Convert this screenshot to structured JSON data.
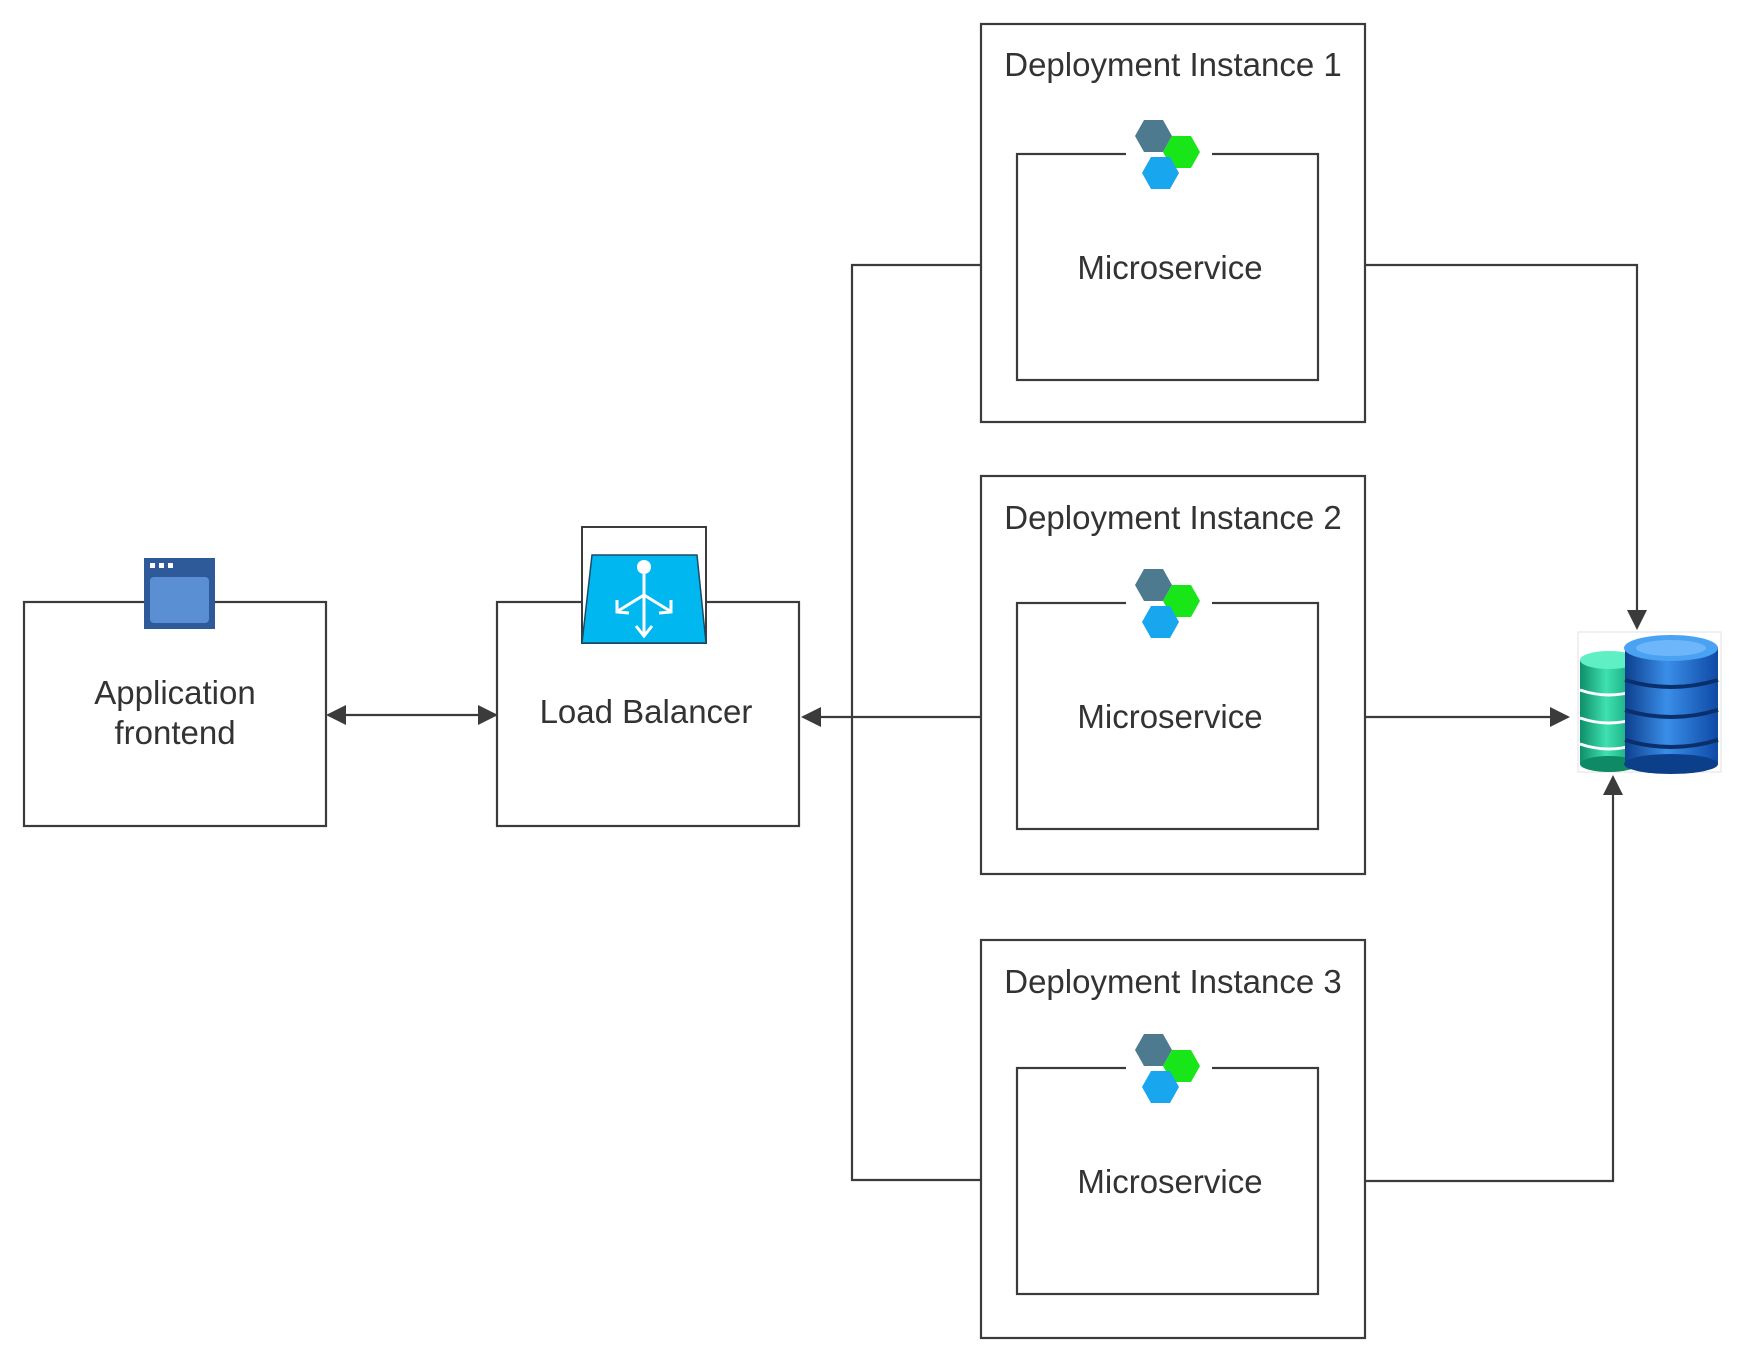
{
  "nodes": {
    "frontend": {
      "line1": "Application",
      "line2": "frontend"
    },
    "load_balancer": {
      "label": "Load Balancer"
    },
    "instances": [
      {
        "title": "Deployment Instance 1",
        "service": "Microservice"
      },
      {
        "title": "Deployment Instance 2",
        "service": "Microservice"
      },
      {
        "title": "Deployment Instance 3",
        "service": "Microservice"
      }
    ]
  },
  "icons": {
    "frontend": "browser-window-icon",
    "load_balancer": "load-balancer-icon",
    "microservice": "hexagon-cluster-icon",
    "database": "database-cluster-icon"
  },
  "colors": {
    "line": "#3b3b3b",
    "browser_blue": "#2e5a99",
    "browser_inner": "#5b8fd4",
    "lb_cyan": "#00b8ef",
    "hex_slate": "#4d7a8e",
    "hex_green": "#19e619",
    "hex_blue": "#18a6ee",
    "db_teal": "#17b98a",
    "db_blue": "#1e63c2"
  }
}
